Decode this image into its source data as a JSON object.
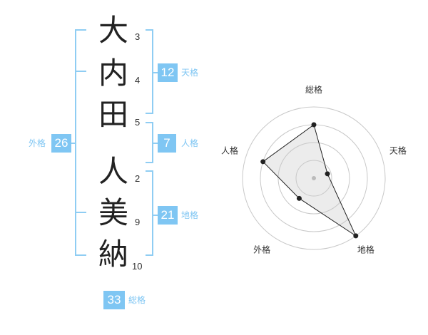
{
  "name_chars": [
    {
      "char": "大",
      "strokes": "3"
    },
    {
      "char": "内",
      "strokes": "4"
    },
    {
      "char": "田",
      "strokes": "5"
    },
    {
      "char": "人",
      "strokes": "2"
    },
    {
      "char": "美",
      "strokes": "9"
    },
    {
      "char": "納",
      "strokes": "10"
    }
  ],
  "fortunes": {
    "tenkaku": {
      "value": "12",
      "label": "天格"
    },
    "jinkaku": {
      "value": "7",
      "label": "人格"
    },
    "chikaku": {
      "value": "21",
      "label": "地格"
    },
    "gaikaku": {
      "value": "26",
      "label": "外格"
    },
    "soukaku": {
      "value": "33",
      "label": "総格"
    }
  },
  "colors": {
    "accent": "#7fc6f3",
    "bracket": "#8fcdf3",
    "text": "#222222"
  },
  "chart_data": {
    "type": "radar",
    "axes": [
      "総格",
      "天格",
      "地格",
      "外格",
      "人格"
    ],
    "values": [
      0.75,
      0.2,
      1.0,
      0.35,
      0.75
    ],
    "rings": 4,
    "range": [
      0,
      1
    ],
    "grid": true
  }
}
